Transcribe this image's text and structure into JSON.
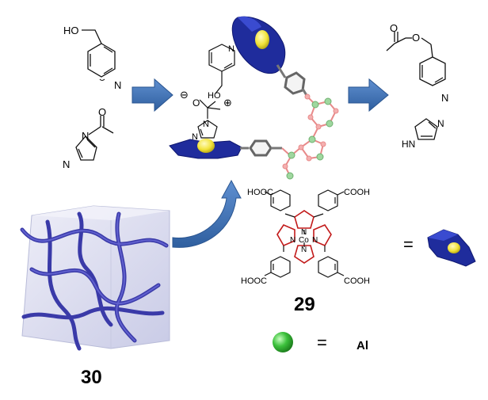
{
  "reactant_alcohol": {
    "oh_label": "HO",
    "n_label": "N"
  },
  "reactant_acyl_imidazole": {
    "n1_label": "N",
    "n3_label": "N",
    "carbonyl_o_label": "O"
  },
  "intermediate": {
    "minus_sign": "⊖",
    "o_label": "O",
    "plus_sign": "⊕",
    "ho_label": "HO",
    "imid_n1": "N",
    "imid_n2": "N",
    "pyridine_n": "N"
  },
  "product_ester": {
    "o1_label": "O",
    "o2_label": "O",
    "n_label": "N"
  },
  "product_imidazole": {
    "hn_label": "HN",
    "n_label": "N"
  },
  "compound_29": {
    "cooh_top_left": "HOOC",
    "cooh_top_right": "COOH",
    "cooh_bottom_left": "HOOC",
    "cooh_bottom_right": "COOH",
    "n_top": "N",
    "n_left": "N",
    "co": "Co",
    "n_right": "N",
    "n_bottom": "N",
    "number": "29",
    "equals": "="
  },
  "legend_al": {
    "equals": "=",
    "label": "Al"
  },
  "compound_30": {
    "number": "30"
  },
  "colors": {
    "arrow_blue": "#3f73b8",
    "porphyrin_blue": "#1f2c9c",
    "co_yellow": "#f2e33a",
    "al_green": "#3cc13c",
    "linker_red": "#e88a8a"
  },
  "icons": [
    "right-arrow-icon",
    "curved-arrow-icon",
    "porphyrin-icon",
    "al-sphere-icon",
    "mof-cube-icon"
  ]
}
